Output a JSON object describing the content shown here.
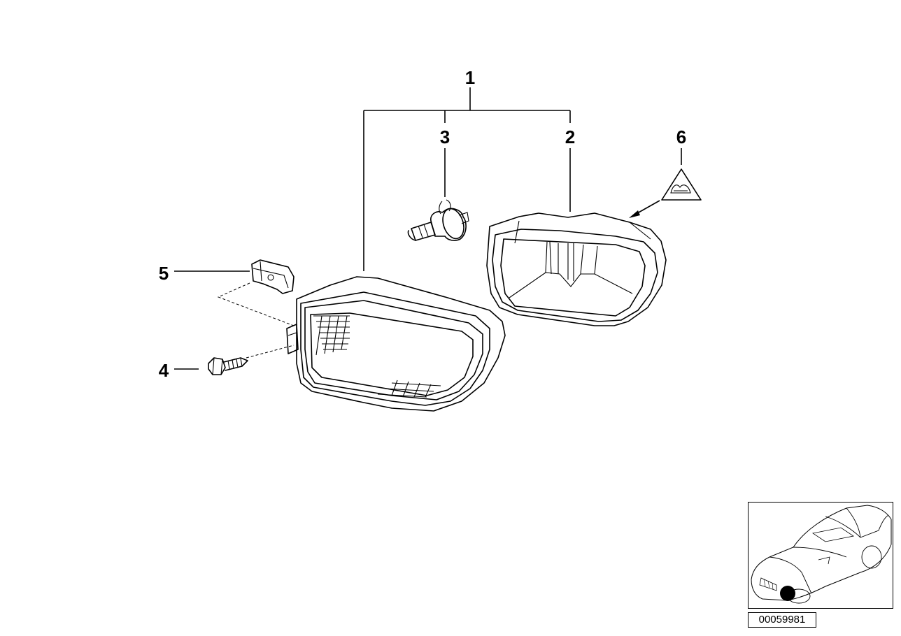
{
  "callouts": {
    "c1": "1",
    "c2": "2",
    "c3": "3",
    "c4": "4",
    "c5": "5",
    "c6": "6"
  },
  "diagram_number": "00059981",
  "colors": {
    "line": "#000000",
    "background": "#ffffff",
    "location_marker": "#000000"
  },
  "icons": [
    "fog-light-lens",
    "fog-light-housing",
    "bulb",
    "screw",
    "clip-nut",
    "warning-triangle-symbol",
    "car-location-thumbnail"
  ]
}
